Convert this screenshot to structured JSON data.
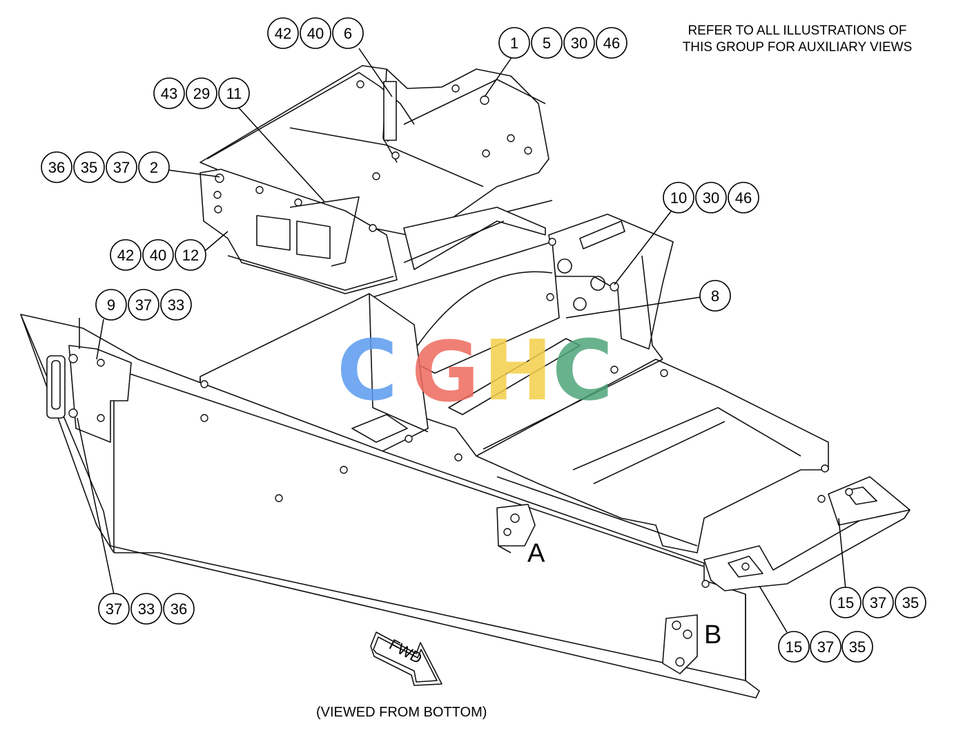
{
  "note": {
    "line1": "REFER TO ALL ILLUSTRATIONS OF",
    "line2": "THIS GROUP FOR AUXILIARY VIEWS"
  },
  "views": {
    "a": "A",
    "b": "B"
  },
  "direction_arrow": {
    "label": "FWD"
  },
  "caption": "(VIEWED FROM BOTTOM)",
  "watermark": {
    "letters": [
      "C",
      "G",
      "H",
      "C"
    ],
    "colors": [
      "#5b9bef",
      "#ee6b5f",
      "#f4cf4a",
      "#4ea57a"
    ]
  },
  "callout_groups": [
    {
      "id": "g-42-40-6",
      "numbers": [
        "42",
        "40",
        "6"
      ]
    },
    {
      "id": "g-1-5-30-46",
      "numbers": [
        "1",
        "5",
        "30",
        "46"
      ]
    },
    {
      "id": "g-43-29-11",
      "numbers": [
        "43",
        "29",
        "11"
      ]
    },
    {
      "id": "g-36-35-37-2",
      "numbers": [
        "36",
        "35",
        "37",
        "2"
      ]
    },
    {
      "id": "g-10-30-46",
      "numbers": [
        "10",
        "30",
        "46"
      ]
    },
    {
      "id": "g-42-40-12",
      "numbers": [
        "42",
        "40",
        "12"
      ]
    },
    {
      "id": "g-8",
      "numbers": [
        "8"
      ]
    },
    {
      "id": "g-9-37-33",
      "numbers": [
        "9",
        "37",
        "33"
      ]
    },
    {
      "id": "g-37-33-36",
      "numbers": [
        "37",
        "33",
        "36"
      ]
    },
    {
      "id": "g-15-37-35-r",
      "numbers": [
        "15",
        "37",
        "35"
      ]
    },
    {
      "id": "g-15-37-35-b",
      "numbers": [
        "15",
        "37",
        "35"
      ]
    }
  ]
}
